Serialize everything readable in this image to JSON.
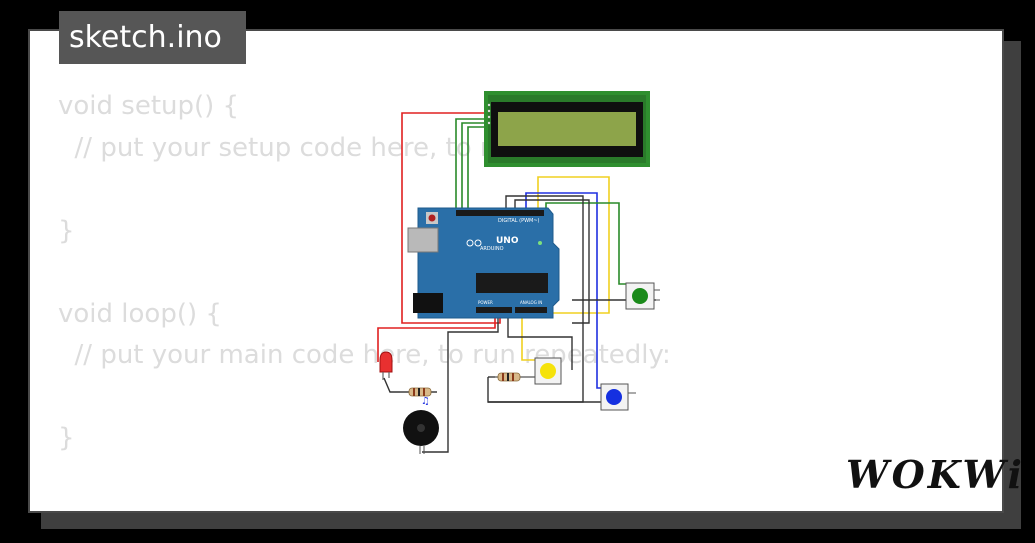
{
  "tab": {
    "filename": "sketch.ino"
  },
  "code": {
    "lines": [
      "void setup() {",
      "  // put your setup code here, to run once:",
      "",
      "}",
      "",
      "void loop() {",
      "  // put your main code here, to run repeatedly:",
      "",
      "}"
    ]
  },
  "board": {
    "brand": "UNO",
    "maker": "ARDUINO",
    "header_label": "DIGITAL (PWM~)",
    "power_label": "POWER",
    "analog_label": "ANALOG IN"
  },
  "logo": {
    "text": "WOKWi"
  },
  "colors": {
    "board": "#2a6fa8",
    "lcd_frame": "#2f8f2f",
    "lcd_screen": "#8da44a",
    "wire_red": "#e02020",
    "wire_green": "#2a8a2a",
    "wire_yellow": "#f0d020",
    "wire_blue": "#2030e0",
    "wire_black": "#222222",
    "button_green": "#1a8a1a",
    "button_yellow": "#f5e20a",
    "button_blue": "#1530e0"
  },
  "icons": [
    "music-note-icon",
    "buzzer-icon",
    "led-icon",
    "resistor-icon"
  ]
}
